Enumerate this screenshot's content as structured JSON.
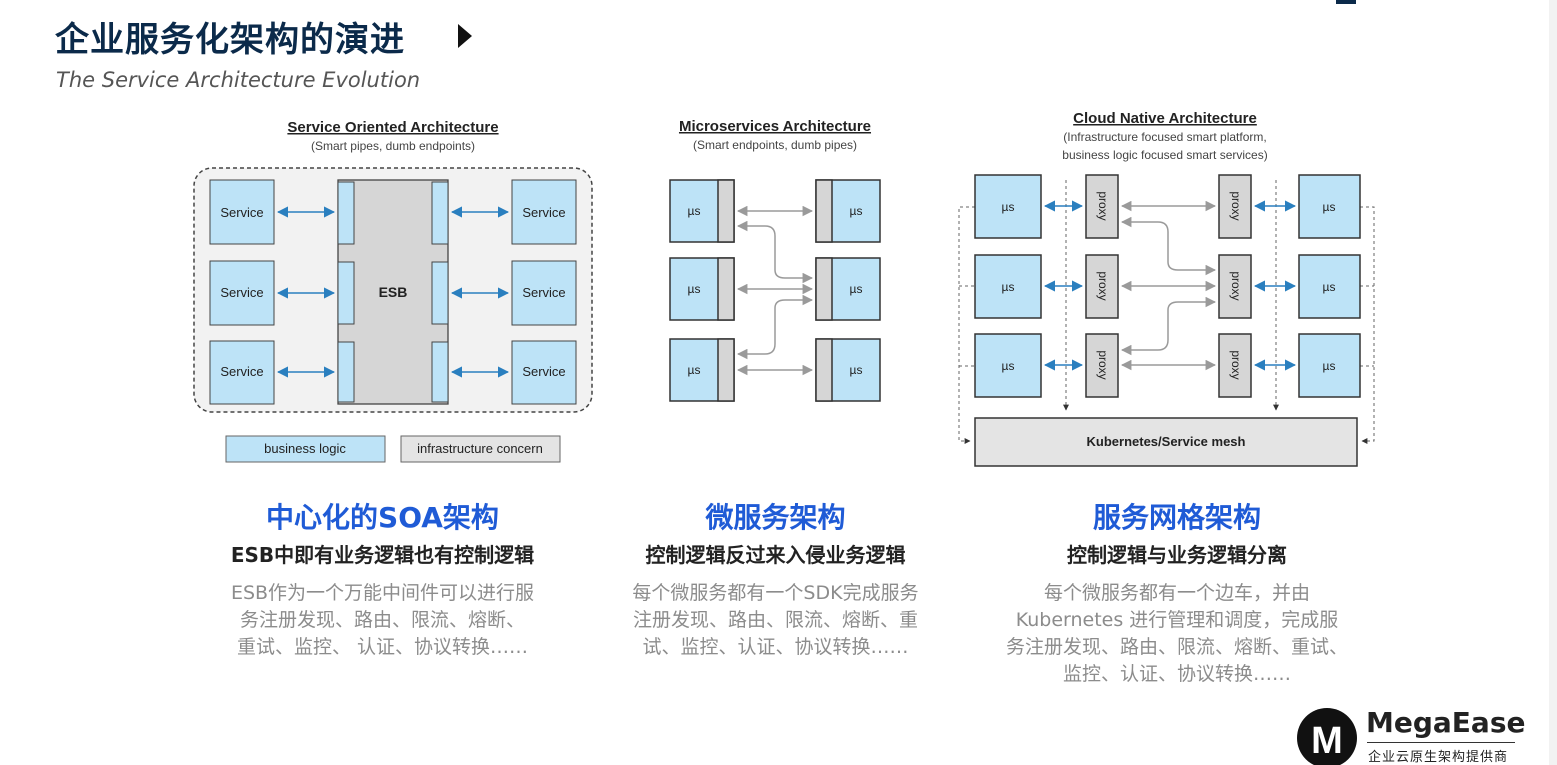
{
  "header": {
    "title": "企业服务化架构的演进",
    "subtitle": "The Service  Architecture Evolution"
  },
  "soa": {
    "title": "Service Oriented Architecture",
    "caption": "(Smart pipes, dumb endpoints)",
    "service_label": "Service",
    "esb_label": "ESB",
    "legend_business": "business logic",
    "legend_infra": "infrastructure concern"
  },
  "micro": {
    "title": "Microservices Architecture",
    "caption": "(Smart endpoints, dumb pipes)",
    "node_label": "µs"
  },
  "cloud": {
    "title": "Cloud Native Architecture",
    "caption_line1": "(Infrastructure focused smart platform,",
    "caption_line2": "business logic focused smart services)",
    "node_label": "µs",
    "proxy_label": "proxy",
    "mesh_label": "Kubernetes/Service mesh"
  },
  "columns": [
    {
      "heading": "中心化的SOA架构",
      "subheading": "ESB中即有业务逻辑也有控制逻辑",
      "desc_lines": [
        "ESB作为一个万能中间件可以进行服",
        "务注册发现、路由、限流、熔断、",
        "重试、监控、 认证、协议转换……"
      ]
    },
    {
      "heading": "微服务架构",
      "subheading": "控制逻辑反过来入侵业务逻辑",
      "desc_lines": [
        "每个微服务都有一个SDK完成服务",
        "注册发现、路由、限流、熔断、重",
        "试、监控、认证、协议转换……"
      ]
    },
    {
      "heading": "服务网格架构",
      "subheading": "控制逻辑与业务逻辑分离",
      "desc_lines": [
        "每个微服务都有一个边车，并由",
        "Kubernetes 进行管理和调度，完成服",
        "务注册发现、路由、限流、熔断、重试、",
        "监控、认证、协议转换……"
      ]
    }
  ],
  "logo": {
    "name": "MegaEase",
    "tagline": "企业云原生架构提供商",
    "mark": "M"
  },
  "colors": {
    "title": "#0b2a4a",
    "heading": "#1f5bd6",
    "business": "#bde3f7",
    "infra": "#d6d6d6",
    "arrow_blue": "#2a7fbf",
    "arrow_gray": "#9a9a9a"
  }
}
